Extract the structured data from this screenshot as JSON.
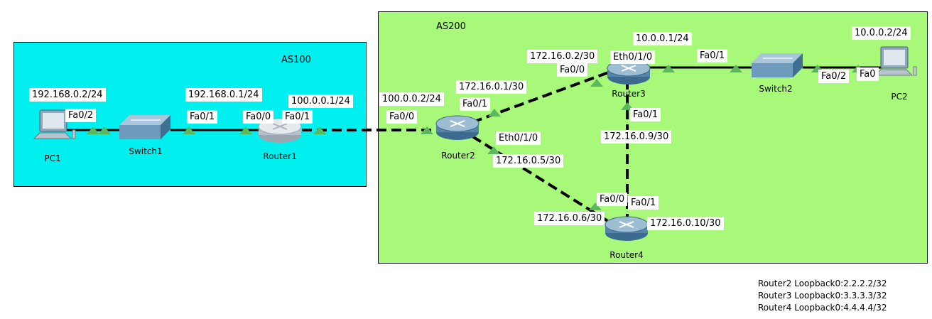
{
  "areas": [
    {
      "id": "as100",
      "label": "AS100",
      "color": "#00f0f0"
    },
    {
      "id": "as200",
      "label": "AS200",
      "color": "#a8f87a"
    }
  ],
  "devices": {
    "pc1": "PC1",
    "switch1": "Switch1",
    "router1": "Router1",
    "router2": "Router2",
    "router3": "Router3",
    "router4": "Router4",
    "switch2": "Switch2",
    "pc2": "PC2"
  },
  "labels": {
    "pc1_ip": "192.168.0.2/24",
    "pc1_fa02": "Fa0/2",
    "sw1_fa01": "Fa0/1",
    "r1_lan_ip": "192.168.0.1/24",
    "r1_fa00": "Fa0/0",
    "r1_fa01": "Fa0/1",
    "r1_wan_ip": "100.0.0.1/24",
    "r2_wan_ip": "100.0.0.2/24",
    "r2_fa00": "Fa0/0",
    "r2_r3_ip": "172.16.0.1/30",
    "r2_fa01": "Fa0/1",
    "r2_eth010": "Eth0/1/0",
    "r2_r4_ip": "172.16.0.5/30",
    "r3_r2_ip": "172.16.0.2/30",
    "r3_fa00": "Fa0/0",
    "r3_eth010": "Eth0/1/0",
    "r3_lan_ip": "10.0.0.1/24",
    "sw2_fa01": "Fa0/1",
    "sw2_fa02": "Fa0/2",
    "pc2_fa0": "Fa0",
    "pc2_ip": "10.0.0.2/24",
    "r3_fa01": "Fa0/1",
    "r3_r4_ip": "172.16.0.9/30",
    "r4_fa00": "Fa0/0",
    "r4_fa01": "Fa0/1",
    "r4_r2_ip": "172.16.0.6/30",
    "r4_r3_ip": "172.16.0.10/30"
  },
  "loopbacks": [
    "Router2 Loopback0:2.2.2.2/32",
    "Router3 Loopback0:3.3.3.3/32",
    "Router4 Loopback0:4.4.4.4/32"
  ],
  "colors": {
    "link": "#000000",
    "port_marker": "#5cb85c",
    "router_body": "#6a9bbb",
    "router1_body": "#c9d3da",
    "switch_body": "#6e9bbd"
  }
}
